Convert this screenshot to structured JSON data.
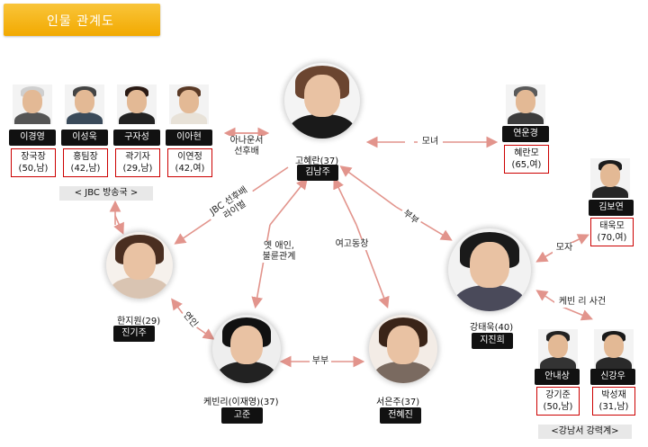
{
  "title": "인물 관계도",
  "characters": {
    "gohyeran": {
      "name": "고혜란(37)",
      "actor": "김남주"
    },
    "hanjiwon": {
      "name": "한지원(29)",
      "actor": "진기주"
    },
    "kevinlee": {
      "name": "케빈리(이재영)(37)",
      "actor": "고준"
    },
    "seoeunju": {
      "name": "서은주(37)",
      "actor": "전혜진"
    },
    "kangtaeuk": {
      "name": "강태욱(40)",
      "actor": "지진희"
    },
    "hyeranmo": {
      "actor": "연운경",
      "role": "혜란모\n(65,여)"
    },
    "taeukmo": {
      "actor": "김보연",
      "role": "태욱모\n(70,여)"
    },
    "jbc": [
      {
        "actor": "이경영",
        "role": "장국장\n(50,남)"
      },
      {
        "actor": "이성욱",
        "role": "홍팀장\n(42,남)"
      },
      {
        "actor": "구자성",
        "role": "곽기자\n(29,남)"
      },
      {
        "actor": "이아현",
        "role": "이연정\n(42,여)"
      }
    ],
    "police": [
      {
        "actor": "안내상",
        "role": "강기준\n(50,남)"
      },
      {
        "actor": "신강우",
        "role": "박성재\n(31,남)"
      }
    ]
  },
  "groups": {
    "jbc": "< JBC 방송국 >",
    "police": "<강남서 강력계>"
  },
  "relations": {
    "anchor_senior": "아나운서\n선후배",
    "mother_daughter": "모녀",
    "jbc_rival": "JBC 선후배\n라이벌",
    "ex_lover": "옛 애인,\n불륜관계",
    "hs_classmate": "여고동창",
    "spouse1": "부부",
    "spouse2": "부부",
    "lover": "연인",
    "mother_son": "모자",
    "kevin_case": "케빈 리 사건"
  },
  "colors": {
    "title_bg": "#f5b400",
    "arrow": "#e2948c",
    "role_border": "#cc0000"
  }
}
